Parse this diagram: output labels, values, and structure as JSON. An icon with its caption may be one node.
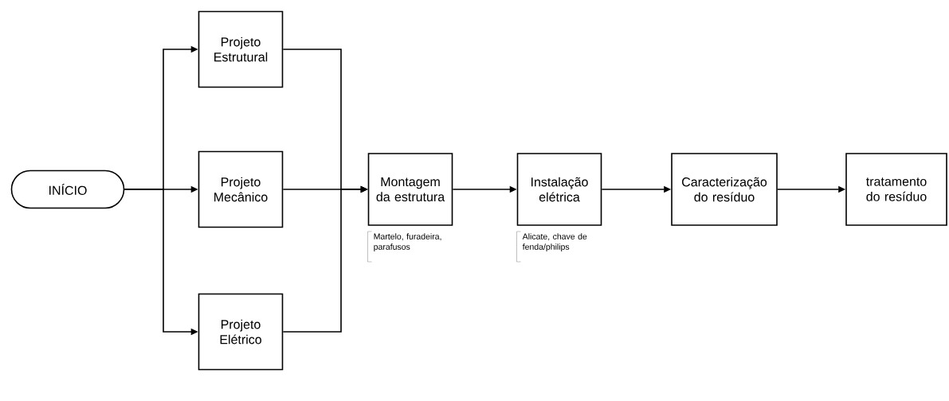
{
  "diagram": {
    "nodes": [
      {
        "text": [
          "INÍCIO"
        ]
      },
      {
        "text": [
          "Projeto Estrutural"
        ]
      },
      {
        "text": [
          "Projeto Mecânico"
        ]
      },
      {
        "text": [
          "Projeto Elétrico"
        ]
      },
      {
        "text": [
          "Montagem da estrutura"
        ],
        "beside": [
          "Martelo, furadeira, parafusos"
        ]
      },
      {
        "text": [
          "Instalação elétrica"
        ],
        "beside": [
          "Alicate, chave de fenda/philips"
        ]
      },
      {
        "text": [
          "Caracterização do resíduo"
        ]
      },
      {
        "text": [
          "tratamento do resíduo"
        ]
      }
    ],
    "edges": [
      {
        "from": 0,
        "to": 1,
        "arrow": "to"
      },
      {
        "from": 0,
        "to": 2,
        "arrow": "to"
      },
      {
        "from": 0,
        "to": 3,
        "arrow": "to"
      },
      {
        "from": 1,
        "to": 4,
        "arrow": "to"
      },
      {
        "from": 2,
        "to": 4,
        "arrow": "to"
      },
      {
        "from": 3,
        "to": 4,
        "arrow": "to"
      },
      {
        "from": 4,
        "to": 5,
        "arrow": "to"
      },
      {
        "from": 5,
        "to": 6,
        "arrow": "to"
      },
      {
        "from": 6,
        "to": 7,
        "arrow": "to"
      }
    ]
  }
}
